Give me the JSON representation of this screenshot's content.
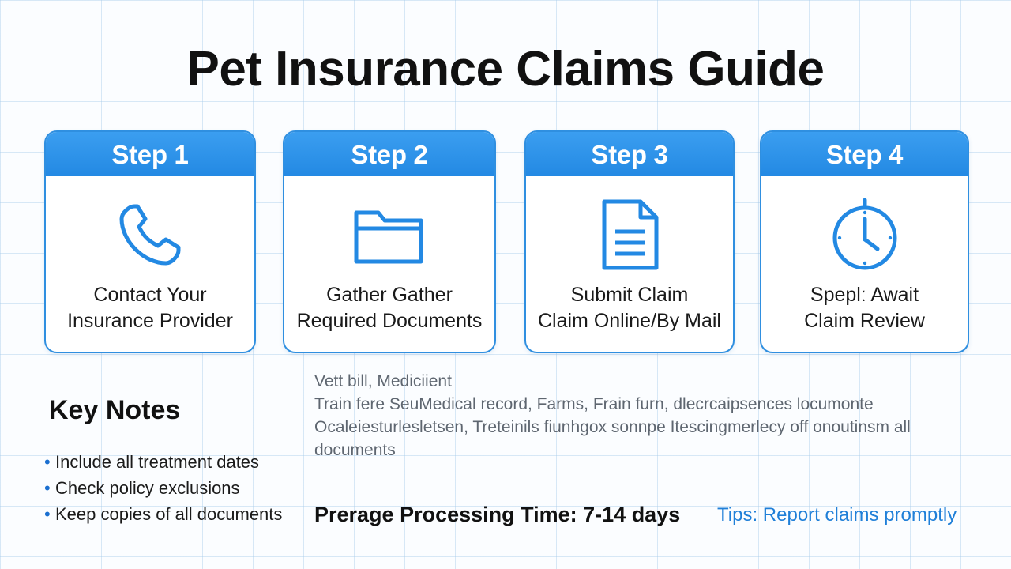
{
  "title": "Pet Insurance Claims Guide",
  "colors": {
    "accent": "#2f8fe0",
    "header": "#2389e3",
    "tip_text": "#1f7fd8"
  },
  "steps": [
    {
      "header": "Step 1",
      "icon": "phone-icon",
      "lines": [
        "Contact Your",
        "Insurance Provider"
      ]
    },
    {
      "header": "Step 2",
      "icon": "folder-icon",
      "lines": [
        "Gather Gather",
        "Required Documents"
      ]
    },
    {
      "header": "Step 3",
      "icon": "document-icon",
      "lines": [
        "Submit Claim",
        "Claim Online/By Mail"
      ]
    },
    {
      "header": "Step 4",
      "icon": "clock-icon",
      "lines": [
        "Speplː Await",
        "Claim Review"
      ]
    }
  ],
  "key_notes": {
    "title": "Key Notes",
    "items": [
      "Include all treatment dates",
      "Check policy exclusions",
      "Keep copies of all documents"
    ]
  },
  "documents_text": [
    "Vett bill, Mediciient",
    "Train fere SeuMedical record, Farms, Frain furn, dlecrcaipsences locumonte",
    "Ocaleiesturlesletsen, Treteinils fiunhgox sonnpe Itescingmerlecy off onoutinsm all",
    "documents"
  ],
  "processing_time": "Prerage Processing Time: 7-14 days",
  "tips": "Tips: Report claims promptly"
}
